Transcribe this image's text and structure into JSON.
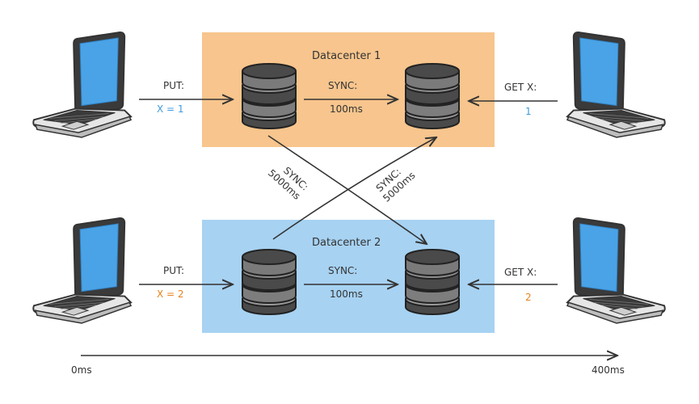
{
  "datacenters": [
    {
      "title": "Datacenter 1",
      "color": "#f7c58d"
    },
    {
      "title": "Datacenter 2",
      "color": "#a7d2f2"
    }
  ],
  "clients": {
    "put1": {
      "op": "PUT:",
      "value": "X = 1",
      "color": "#3f9be0"
    },
    "put2": {
      "op": "PUT:",
      "value": "X = 2",
      "color": "#e8821e"
    },
    "get1": {
      "op": "GET X:",
      "value": "1",
      "color": "#3f9be0"
    },
    "get2": {
      "op": "GET X:",
      "value": "2",
      "color": "#e8821e"
    }
  },
  "sync": {
    "local1": {
      "label": "SYNC:",
      "time": "100ms"
    },
    "local2": {
      "label": "SYNC:",
      "time": "100ms"
    },
    "cross_down": {
      "label": "SYNC:",
      "time": "5000ms"
    },
    "cross_up": {
      "label": "SYNC:",
      "time": "5000ms"
    }
  },
  "timeline": {
    "start": "0ms",
    "end": "400ms"
  }
}
